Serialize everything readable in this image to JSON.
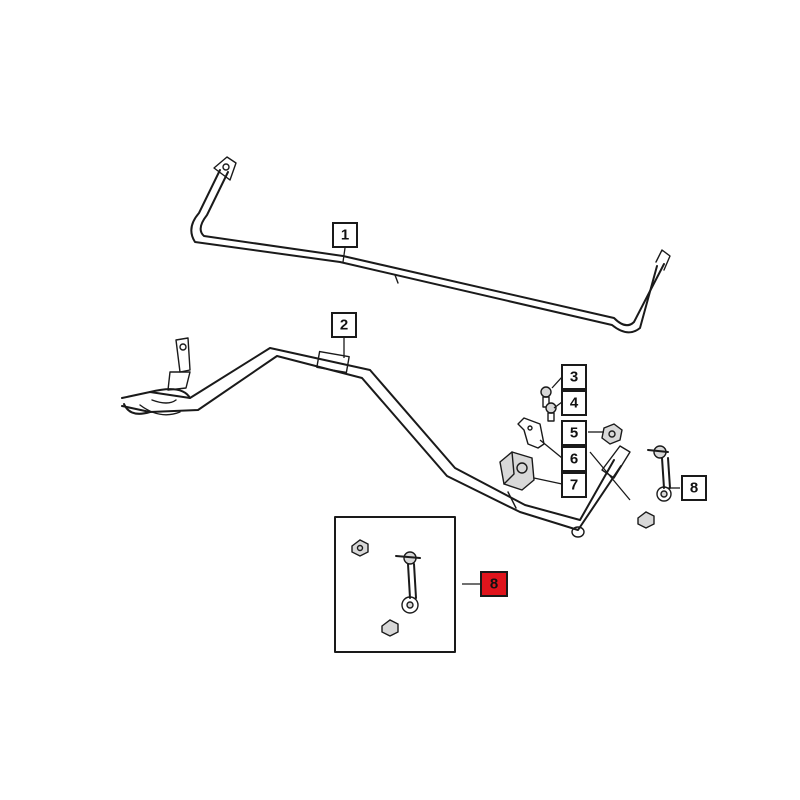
{
  "callouts": {
    "c1": "1",
    "c2": "2",
    "c3": "3",
    "c4": "4",
    "c5": "5",
    "c6": "6",
    "c7": "7",
    "c8": "8",
    "c8_highlight": "8"
  },
  "colors": {
    "line": "#1a1a1a",
    "highlight": "#e0141c",
    "background": "#ffffff"
  }
}
